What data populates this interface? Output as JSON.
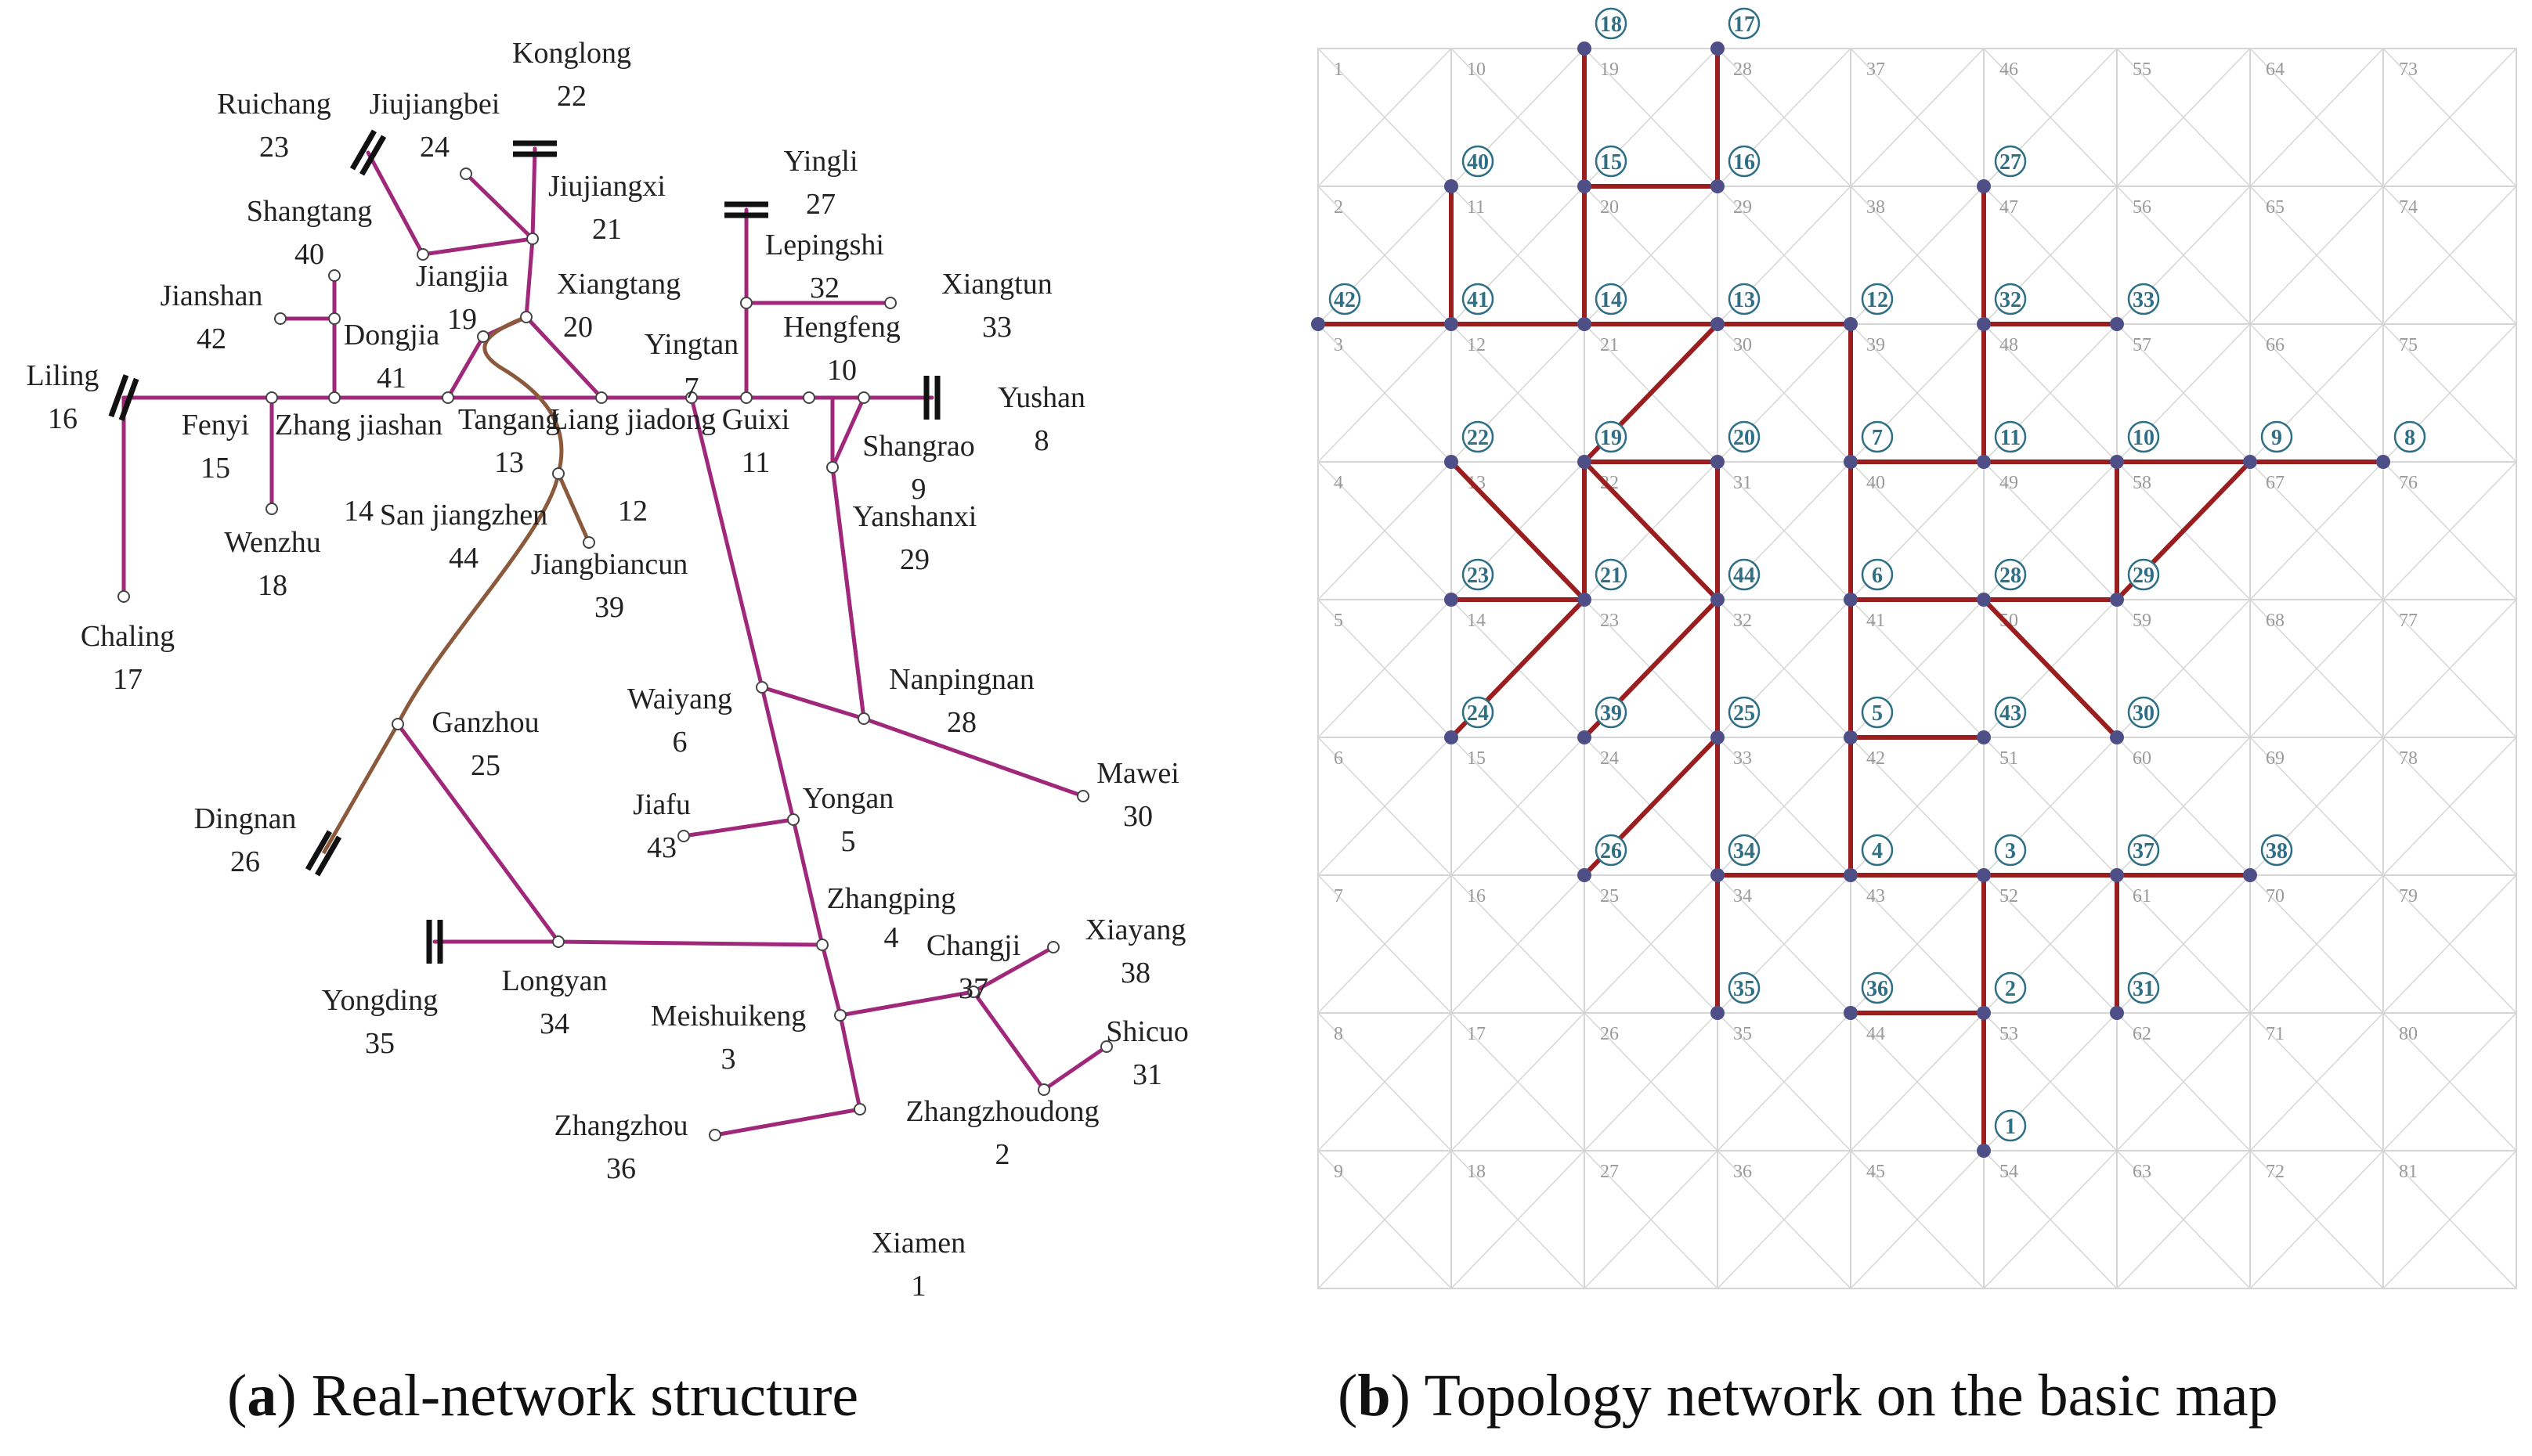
{
  "captions": {
    "a_letter": "a",
    "a_text": " Real-network structure",
    "b_letter": "b",
    "b_text": " Topology network on the basic map"
  },
  "colors": {
    "magenta_line": "#a0287a",
    "brown_line": "#8b5a3c",
    "topology_line": "#9b1e1e",
    "grid_line": "#d6d6d6",
    "node_fill": "#4e4f86",
    "node_label": "#2e6f86"
  },
  "real_network": {
    "stations": [
      {
        "id": "1",
        "name": "Xiamen",
        "num": "1"
      },
      {
        "id": "2",
        "name": "Zhangzhoudong",
        "num": "2"
      },
      {
        "id": "3",
        "name": "Meishuikeng",
        "num": "3"
      },
      {
        "id": "4",
        "name": "Zhangping",
        "num": "4"
      },
      {
        "id": "5",
        "name": "Yongan",
        "num": "5"
      },
      {
        "id": "6",
        "name": "Waiyang",
        "num": "6"
      },
      {
        "id": "7",
        "name": "Yingtan",
        "num": "7"
      },
      {
        "id": "8",
        "name": "Yushan",
        "num": "8"
      },
      {
        "id": "9",
        "name": "Shangrao",
        "num": "9"
      },
      {
        "id": "10",
        "name": "Hengfeng",
        "num": "10"
      },
      {
        "id": "11",
        "name": "Guixi",
        "num": "11"
      },
      {
        "id": "12",
        "name": "Liang jiadong",
        "num": "12"
      },
      {
        "id": "13",
        "name": "Tangang",
        "num": "13"
      },
      {
        "id": "14",
        "name": "Zhang jiashan",
        "num": "14"
      },
      {
        "id": "15",
        "name": "Fenyi",
        "num": "15"
      },
      {
        "id": "16",
        "name": "Liling",
        "num": "16"
      },
      {
        "id": "17",
        "name": "Chaling",
        "num": "17"
      },
      {
        "id": "18",
        "name": "Wenzhu",
        "num": "18"
      },
      {
        "id": "19",
        "name": "Jiangjia",
        "num": "19"
      },
      {
        "id": "20",
        "name": "Xiangtang",
        "num": "20"
      },
      {
        "id": "21",
        "name": "Jiujiangxi",
        "num": "21"
      },
      {
        "id": "22",
        "name": "Konglong",
        "num": "22"
      },
      {
        "id": "23",
        "name": "Ruichang",
        "num": "23"
      },
      {
        "id": "24",
        "name": "Jiujiangbei",
        "num": "24"
      },
      {
        "id": "25",
        "name": "Ganzhou",
        "num": "25"
      },
      {
        "id": "26",
        "name": "Dingnan",
        "num": "26"
      },
      {
        "id": "27",
        "name": "Yingli",
        "num": "27"
      },
      {
        "id": "28",
        "name": "Nanpingnan",
        "num": "28"
      },
      {
        "id": "29",
        "name": "Yanshanxi",
        "num": "29"
      },
      {
        "id": "30",
        "name": "Mawei",
        "num": "30"
      },
      {
        "id": "31",
        "name": "Shicuo",
        "num": "31"
      },
      {
        "id": "32",
        "name": "Lepingshi",
        "num": "32"
      },
      {
        "id": "33",
        "name": "Xiangtun",
        "num": "33"
      },
      {
        "id": "34",
        "name": "Longyan",
        "num": "34"
      },
      {
        "id": "35",
        "name": "Yongding",
        "num": "35"
      },
      {
        "id": "36",
        "name": "Zhangzhou",
        "num": "36"
      },
      {
        "id": "37",
        "name": "Changji",
        "num": "37"
      },
      {
        "id": "38",
        "name": "Xiayang",
        "num": "38"
      },
      {
        "id": "39",
        "name": "Jiangbiancun",
        "num": "39"
      },
      {
        "id": "40",
        "name": "Shangtang",
        "num": "40"
      },
      {
        "id": "41",
        "name": "Dongjia",
        "num": "41"
      },
      {
        "id": "42",
        "name": "Jianshan",
        "num": "42"
      },
      {
        "id": "44",
        "name": "San jiangzhen",
        "num": "44"
      },
      {
        "id": "43",
        "name": "Jiafu",
        "num": "43"
      }
    ],
    "edges": [
      [
        "16",
        "15"
      ],
      [
        "15",
        "14"
      ],
      [
        "14",
        "13"
      ],
      [
        "13",
        "12"
      ],
      [
        "12",
        "7"
      ],
      [
        "7",
        "11"
      ],
      [
        "11",
        "10"
      ],
      [
        "10",
        "8"
      ],
      [
        "16",
        "17"
      ],
      [
        "15",
        "18"
      ],
      [
        "14",
        "41"
      ],
      [
        "41",
        "42"
      ],
      [
        "41",
        "40"
      ],
      [
        "13",
        "19g"
      ],
      [
        "19g",
        "20"
      ],
      [
        "20",
        "12"
      ],
      [
        "20",
        "21"
      ],
      [
        "21",
        "19"
      ],
      [
        "21",
        "22"
      ],
      [
        "19",
        "23"
      ],
      [
        "21",
        "24"
      ],
      [
        "11",
        "32"
      ],
      [
        "32",
        "27"
      ],
      [
        "32",
        "33"
      ],
      [
        "10",
        "9"
      ],
      [
        "9",
        "29"
      ],
      [
        "29",
        "28"
      ],
      [
        "7",
        "6"
      ],
      [
        "6",
        "28"
      ],
      [
        "28",
        "30"
      ],
      [
        "6",
        "5"
      ],
      [
        "5",
        "43"
      ],
      [
        "5",
        "4"
      ],
      [
        "4",
        "34"
      ],
      [
        "34",
        "35"
      ],
      [
        "34",
        "25"
      ],
      [
        "4",
        "3"
      ],
      [
        "3",
        "37"
      ],
      [
        "37",
        "38"
      ],
      [
        "37",
        "2"
      ],
      [
        "2",
        "31"
      ],
      [
        "3",
        "1"
      ],
      [
        "1",
        "36"
      ]
    ],
    "brown_edges": [
      [
        "20",
        "44"
      ],
      [
        "44",
        "39"
      ],
      [
        "44",
        "25"
      ],
      [
        "25",
        "26"
      ]
    ]
  },
  "topology": {
    "grid_numbers": [
      "1",
      "2",
      "3",
      "4",
      "5",
      "6",
      "7",
      "8",
      "9",
      "10",
      "11",
      "12",
      "13",
      "14",
      "15",
      "16",
      "17",
      "18",
      "19",
      "20",
      "21",
      "22",
      "23",
      "24",
      "25",
      "26",
      "27",
      "28",
      "29",
      "30",
      "31",
      "32",
      "33",
      "34",
      "35",
      "36",
      "37",
      "38",
      "39",
      "40",
      "41",
      "42",
      "43",
      "44",
      "45",
      "46",
      "47",
      "48",
      "49",
      "50",
      "51",
      "52",
      "53",
      "54",
      "55",
      "56",
      "57",
      "58",
      "59",
      "60",
      "61",
      "62",
      "63",
      "64",
      "65",
      "66",
      "67",
      "68",
      "69",
      "70",
      "71",
      "72",
      "73",
      "74",
      "75",
      "76",
      "77",
      "78",
      "79",
      "80",
      "81"
    ],
    "nodes": [
      {
        "num": "1",
        "col": 5,
        "row": 8.0
      },
      {
        "num": "2",
        "col": 5,
        "row": 7.0
      },
      {
        "num": "3",
        "col": 5,
        "row": 6.0
      },
      {
        "num": "4",
        "col": 4,
        "row": 6.0
      },
      {
        "num": "5",
        "col": 4,
        "row": 5.0
      },
      {
        "num": "6",
        "col": 4,
        "row": 4.0
      },
      {
        "num": "7",
        "col": 4,
        "row": 3.0
      },
      {
        "num": "8",
        "col": 8,
        "row": 3.0
      },
      {
        "num": "9",
        "col": 7,
        "row": 3.0
      },
      {
        "num": "10",
        "col": 6,
        "row": 3.0
      },
      {
        "num": "11",
        "col": 5,
        "row": 3.0
      },
      {
        "num": "12",
        "col": 4,
        "row": 2.0
      },
      {
        "num": "13",
        "col": 3,
        "row": 2.0
      },
      {
        "num": "14",
        "col": 2,
        "row": 2.0
      },
      {
        "num": "15",
        "col": 2,
        "row": 1.0
      },
      {
        "num": "16",
        "col": 3,
        "row": 1.0
      },
      {
        "num": "17",
        "col": 3,
        "row": 0.0
      },
      {
        "num": "18",
        "col": 2,
        "row": 0.0
      },
      {
        "num": "19",
        "col": 2,
        "row": 3.0
      },
      {
        "num": "20",
        "col": 3,
        "row": 3.0
      },
      {
        "num": "21",
        "col": 2,
        "row": 4.0
      },
      {
        "num": "22",
        "col": 1,
        "row": 3.0
      },
      {
        "num": "23",
        "col": 1,
        "row": 4.0
      },
      {
        "num": "24",
        "col": 1,
        "row": 5.0
      },
      {
        "num": "25",
        "col": 3,
        "row": 5.0
      },
      {
        "num": "26",
        "col": 2,
        "row": 6.0
      },
      {
        "num": "27",
        "col": 5,
        "row": 1.0
      },
      {
        "num": "28",
        "col": 5,
        "row": 4.0
      },
      {
        "num": "29",
        "col": 6,
        "row": 4.0
      },
      {
        "num": "30",
        "col": 6,
        "row": 5.0
      },
      {
        "num": "31",
        "col": 6,
        "row": 7.0
      },
      {
        "num": "32",
        "col": 5,
        "row": 2.0
      },
      {
        "num": "33",
        "col": 6,
        "row": 2.0
      },
      {
        "num": "34",
        "col": 3,
        "row": 6.0
      },
      {
        "num": "35",
        "col": 3,
        "row": 7.0
      },
      {
        "num": "36",
        "col": 4,
        "row": 7.0
      },
      {
        "num": "37",
        "col": 6,
        "row": 6.0
      },
      {
        "num": "38",
        "col": 7,
        "row": 6.0
      },
      {
        "num": "39",
        "col": 2,
        "row": 5.0
      },
      {
        "num": "40",
        "col": 1,
        "row": 1.0
      },
      {
        "num": "41",
        "col": 1,
        "row": 2.0
      },
      {
        "num": "42",
        "col": 0,
        "row": 2.0
      },
      {
        "num": "43",
        "col": 5,
        "row": 5.0
      },
      {
        "num": "44",
        "col": 3,
        "row": 4.0
      }
    ],
    "edges": [
      [
        "18",
        "15"
      ],
      [
        "15",
        "14"
      ],
      [
        "17",
        "16"
      ],
      [
        "15",
        "16"
      ],
      [
        "40",
        "41"
      ],
      [
        "42",
        "41"
      ],
      [
        "41",
        "14"
      ],
      [
        "14",
        "13"
      ],
      [
        "13",
        "12"
      ],
      [
        "13",
        "19"
      ],
      [
        "19",
        "20"
      ],
      [
        "20",
        "44"
      ],
      [
        "19",
        "44"
      ],
      [
        "12",
        "7"
      ],
      [
        "7",
        "11"
      ],
      [
        "11",
        "10"
      ],
      [
        "10",
        "9"
      ],
      [
        "9",
        "8"
      ],
      [
        "27",
        "32"
      ],
      [
        "32",
        "11"
      ],
      [
        "32",
        "33"
      ],
      [
        "10",
        "29"
      ],
      [
        "9",
        "29"
      ],
      [
        "7",
        "6"
      ],
      [
        "6",
        "28"
      ],
      [
        "28",
        "29"
      ],
      [
        "28",
        "30"
      ],
      [
        "22",
        "21"
      ],
      [
        "23",
        "21"
      ],
      [
        "21",
        "24"
      ],
      [
        "21",
        "19"
      ],
      [
        "44",
        "39"
      ],
      [
        "44",
        "25"
      ],
      [
        "25",
        "26"
      ],
      [
        "6",
        "5"
      ],
      [
        "5",
        "43"
      ],
      [
        "5",
        "4"
      ],
      [
        "25",
        "34"
      ],
      [
        "34",
        "35"
      ],
      [
        "34",
        "4"
      ],
      [
        "4",
        "3"
      ],
      [
        "3",
        "37"
      ],
      [
        "37",
        "38"
      ],
      [
        "37",
        "31"
      ],
      [
        "3",
        "2"
      ],
      [
        "2",
        "36"
      ],
      [
        "2",
        "1"
      ]
    ]
  }
}
